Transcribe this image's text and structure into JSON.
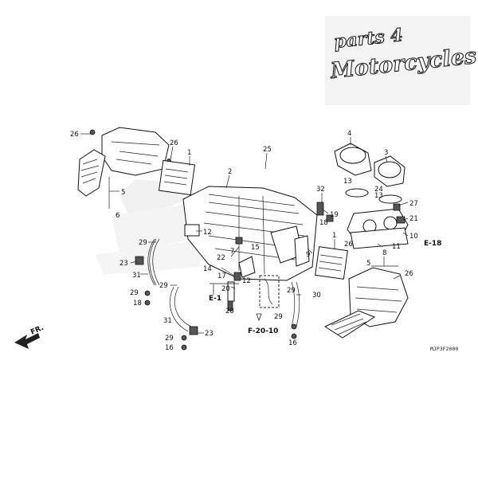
{
  "watermark": {
    "line1": "parts 4",
    "line2": "Motorcycles"
  },
  "diagram_code": "MJP3F2000",
  "front_indicator": "FR.",
  "references": {
    "e1": "E-1",
    "e18": "E-18",
    "f2010": "F-20-10"
  },
  "callouts": [
    {
      "id": "c1a",
      "text": "26"
    },
    {
      "id": "c1b",
      "text": "26"
    },
    {
      "id": "c1c",
      "text": "1"
    },
    {
      "id": "c1d",
      "text": "5"
    },
    {
      "id": "c1e",
      "text": "6"
    },
    {
      "id": "c2a",
      "text": "2"
    },
    {
      "id": "c2b",
      "text": "25"
    },
    {
      "id": "c2c",
      "text": "12"
    },
    {
      "id": "c2d",
      "text": "29"
    },
    {
      "id": "c2e",
      "text": "23"
    },
    {
      "id": "c2f",
      "text": "31"
    },
    {
      "id": "c2g",
      "text": "29"
    },
    {
      "id": "c2h",
      "text": "18"
    },
    {
      "id": "c2i",
      "text": "22"
    },
    {
      "id": "c2j",
      "text": "7"
    },
    {
      "id": "c2k",
      "text": "15"
    },
    {
      "id": "c2l",
      "text": "14"
    },
    {
      "id": "c2m",
      "text": "17"
    },
    {
      "id": "c2n",
      "text": "12"
    },
    {
      "id": "c2o",
      "text": "20"
    },
    {
      "id": "c2p",
      "text": "28"
    },
    {
      "id": "c2q",
      "text": "29"
    },
    {
      "id": "c2r",
      "text": "31"
    },
    {
      "id": "c2s",
      "text": "23"
    },
    {
      "id": "c2t",
      "text": "29"
    },
    {
      "id": "c2u",
      "text": "16"
    },
    {
      "id": "c2v",
      "text": "9"
    },
    {
      "id": "c3a",
      "text": "4"
    },
    {
      "id": "c3b",
      "text": "3"
    },
    {
      "id": "c3c",
      "text": "13"
    },
    {
      "id": "c3d",
      "text": "13"
    },
    {
      "id": "c3e",
      "text": "32"
    },
    {
      "id": "c3f",
      "text": "19"
    },
    {
      "id": "c3g",
      "text": "18"
    },
    {
      "id": "c3h",
      "text": "24"
    },
    {
      "id": "c3i",
      "text": "27"
    },
    {
      "id": "c3j",
      "text": "21"
    },
    {
      "id": "c3k",
      "text": "10"
    },
    {
      "id": "c3l",
      "text": "11"
    },
    {
      "id": "c3m",
      "text": "1"
    },
    {
      "id": "c3n",
      "text": "26"
    },
    {
      "id": "c3o",
      "text": "8"
    },
    {
      "id": "c3p",
      "text": "5"
    },
    {
      "id": "c3q",
      "text": "26"
    },
    {
      "id": "c3r",
      "text": "29"
    },
    {
      "id": "c3s",
      "text": "30"
    },
    {
      "id": "c3t",
      "text": "29"
    },
    {
      "id": "c3u",
      "text": "16"
    }
  ]
}
